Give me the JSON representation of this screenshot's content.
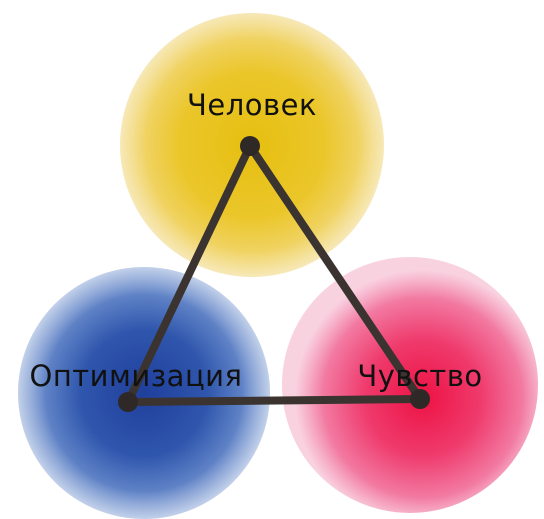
{
  "diagram": {
    "type": "triangle-of-circles",
    "nodes": [
      {
        "id": "top",
        "label": "Человек",
        "color": "#e8c21c"
      },
      {
        "id": "left",
        "label": "Оптимизация",
        "color": "#2a4fa8"
      },
      {
        "id": "right",
        "label": "Чувство",
        "color": "#e61e5a"
      }
    ],
    "edges": [
      {
        "from": "top",
        "to": "left"
      },
      {
        "from": "top",
        "to": "right"
      },
      {
        "from": "left",
        "to": "right"
      }
    ],
    "edge_color": "#3a3330"
  }
}
